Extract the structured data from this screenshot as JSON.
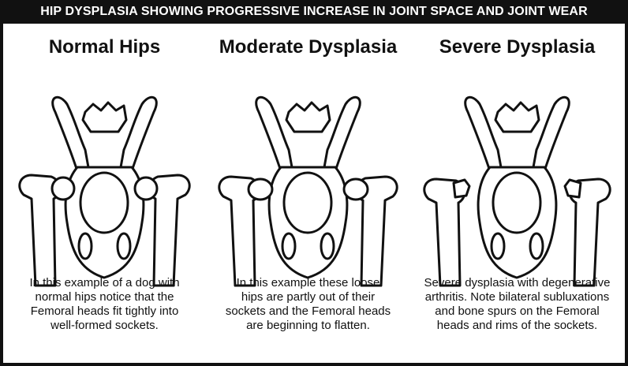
{
  "banner": "HIP DYSPLASIA SHOWING PROGRESSIVE INCREASE IN JOINT SPACE AND JOINT WEAR",
  "panels": [
    {
      "title": "Normal Hips",
      "caption": [
        "In this example of a dog with",
        "normal hips notice that the",
        "Femoral heads fit tightly into",
        "well-formed sockets."
      ]
    },
    {
      "title": "Moderate Dysplasia",
      "caption": [
        "In this example these loose",
        "hips are partly out of their",
        "sockets and the Femoral heads",
        "are beginning to flatten."
      ]
    },
    {
      "title": "Severe Dysplasia",
      "caption": [
        "Severe dysplasia with degenerative",
        "arthritis. Note bilateral subluxations",
        "and bone spurs on the Femoral",
        "heads and rims of the sockets."
      ]
    }
  ]
}
